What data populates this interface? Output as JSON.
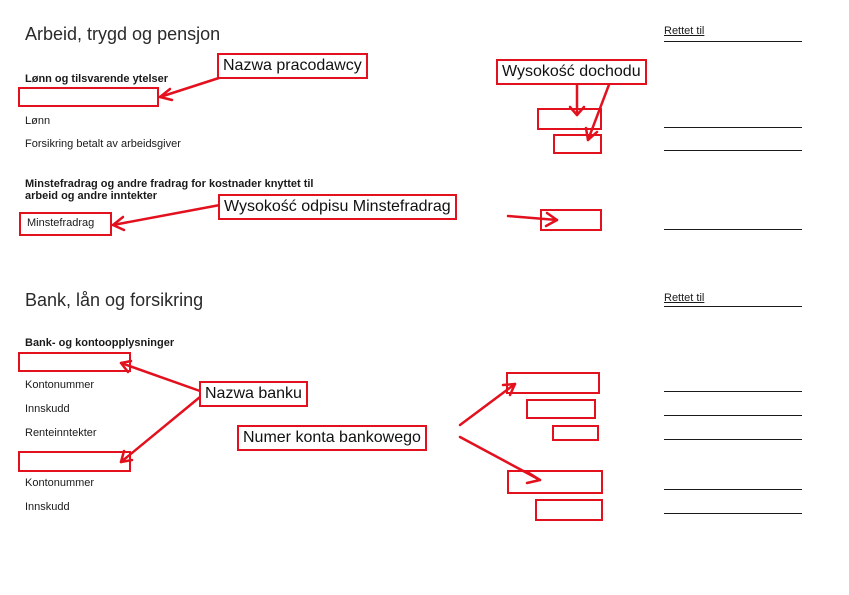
{
  "section1": {
    "title": "Arbeid, trygd og pensjon",
    "rettet_til": "Rettet til",
    "group1_heading": "Lønn og tilsvarende ytelser",
    "rows": [
      "Lønn",
      "Forsikring betalt av arbeidsgiver"
    ],
    "group2_heading_line1": "Minstefradrag og andre fradrag for kostnader knyttet til",
    "group2_heading_line2": "arbeid og andre inntekter",
    "minstefradrag_label": "Minstefradrag"
  },
  "section2": {
    "title": "Bank, lån og forsikring",
    "rettet_til": "Rettet til",
    "group_heading": "Bank- og kontoopplysninger",
    "rows": [
      "Kontonummer",
      "Innskudd",
      "Renteinntekter",
      "Kontonummer",
      "Innskudd"
    ]
  },
  "annotations": {
    "employer_name": "Nazwa pracodawcy",
    "income_amount": "Wysokość dochodu",
    "minstefradrag_amount": "Wysokość odpisu Minstefradrag",
    "bank_name": "Nazwa banku",
    "account_number": "Numer konta bankowego"
  },
  "colors": {
    "annotation_red": "#e3101e",
    "text": "#1a1a1a"
  }
}
